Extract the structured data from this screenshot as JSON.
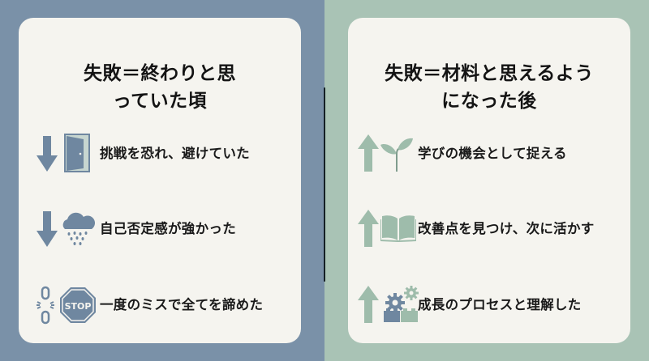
{
  "colors": {
    "left_bg": "#7a91a8",
    "right_bg": "#a9c3b5",
    "card_bg": "#f5f4ef",
    "left_icon": "#6f87a0",
    "right_icon": "#9ebcab",
    "divider": "#152025"
  },
  "left_panel": {
    "title_line1": "失敗＝終わりと思",
    "title_line2": "っていた頃",
    "items": [
      {
        "label": "挑戦を恐れ、避けていた",
        "arrow": "down-arrow-icon",
        "icon": "open-door-icon"
      },
      {
        "label": "自己否定感が強かった",
        "arrow": "down-arrow-icon",
        "icon": "rain-cloud-icon"
      },
      {
        "label": "一度のミスで全てを諦めた",
        "arrow": "broken-chain-icon",
        "icon": "stop-sign-icon",
        "icon_text": "STOP"
      }
    ]
  },
  "right_panel": {
    "title_line1": "失敗＝材料と思えるよう",
    "title_line2": "になった後",
    "items": [
      {
        "label": "学びの機会として捉える",
        "arrow": "up-arrow-icon",
        "icon": "sprout-icon"
      },
      {
        "label": "改善点を見つけ、次に活かす",
        "arrow": "up-arrow-icon",
        "icon": "open-book-icon"
      },
      {
        "label": "成長のプロセスと理解した",
        "arrow": "up-arrow-icon",
        "icon": "gears-blocks-icon"
      }
    ]
  }
}
